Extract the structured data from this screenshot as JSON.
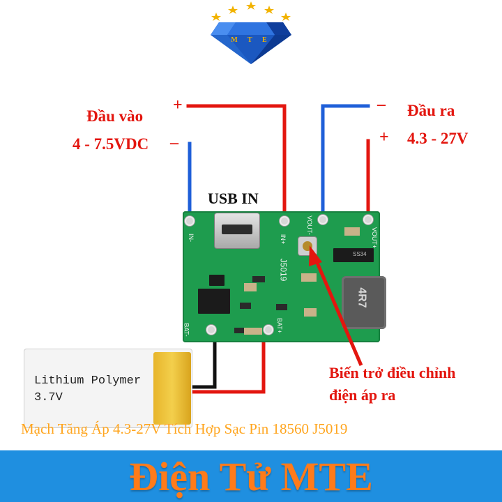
{
  "logo": {
    "icon": "diamond-icon",
    "letters": "M T E",
    "star_count": 5,
    "colors": {
      "diamond": "#1a5fd0",
      "stars": "#f2b300"
    }
  },
  "input": {
    "plus": "+",
    "minus": "–",
    "title": "Đầu vào",
    "range": "4 - 7.5VDC"
  },
  "output": {
    "minus": "–",
    "plus": "+",
    "title": "Đầu ra",
    "range": "4.3 - 27V"
  },
  "usb_label": "USB IN",
  "board": {
    "silk_in_minus": "IN-",
    "silk_in_plus": "IN+",
    "silk_model": "J5019",
    "silk_vout_minus": "VOUT-",
    "silk_vout_plus": "VOUT+",
    "silk_bat_minus": "BAT-",
    "silk_bat_plus": "BAT+",
    "inductor_mark": "4R7",
    "chip_mark": "SS34"
  },
  "annotation": {
    "line1": "Biến trở điều chỉnh",
    "line2": "điện áp ra"
  },
  "battery": {
    "line1": "Lithium Polymer",
    "line2": "3.7V"
  },
  "caption": "Mạch Tăng Áp 4.3-27V Tích Hợp Sạc Pin 18560 J5019",
  "footer": "Điện Tử MTE",
  "colors": {
    "red": "#e3160f",
    "blue": "#1f8fe0",
    "orange": "#ff7b1a",
    "pcb": "#1e9c4e"
  }
}
